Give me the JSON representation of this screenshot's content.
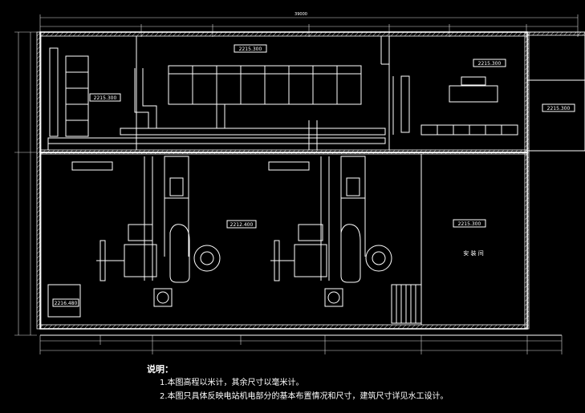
{
  "colors": {
    "background": "#000000",
    "lines": "#ffffff",
    "labels": "#ffffff"
  },
  "elevations": {
    "top_center": "2215.300",
    "left_room": "2215.300",
    "right_upper": "2215.300",
    "far_right": "2215.300",
    "machine_hall": "2212.400",
    "right_room": "2215.300",
    "bottom_left": "2216.480"
  },
  "labels": {
    "room_right": "安 装 间",
    "overall_width": "39000"
  },
  "notes": {
    "title": "说明：",
    "lines": [
      "1.本图高程以米计，其余尺寸以毫米计。",
      "2.本图只具体反映电站机电部分的基本布置情况和尺寸，建筑尺寸详见水工设计。"
    ]
  }
}
